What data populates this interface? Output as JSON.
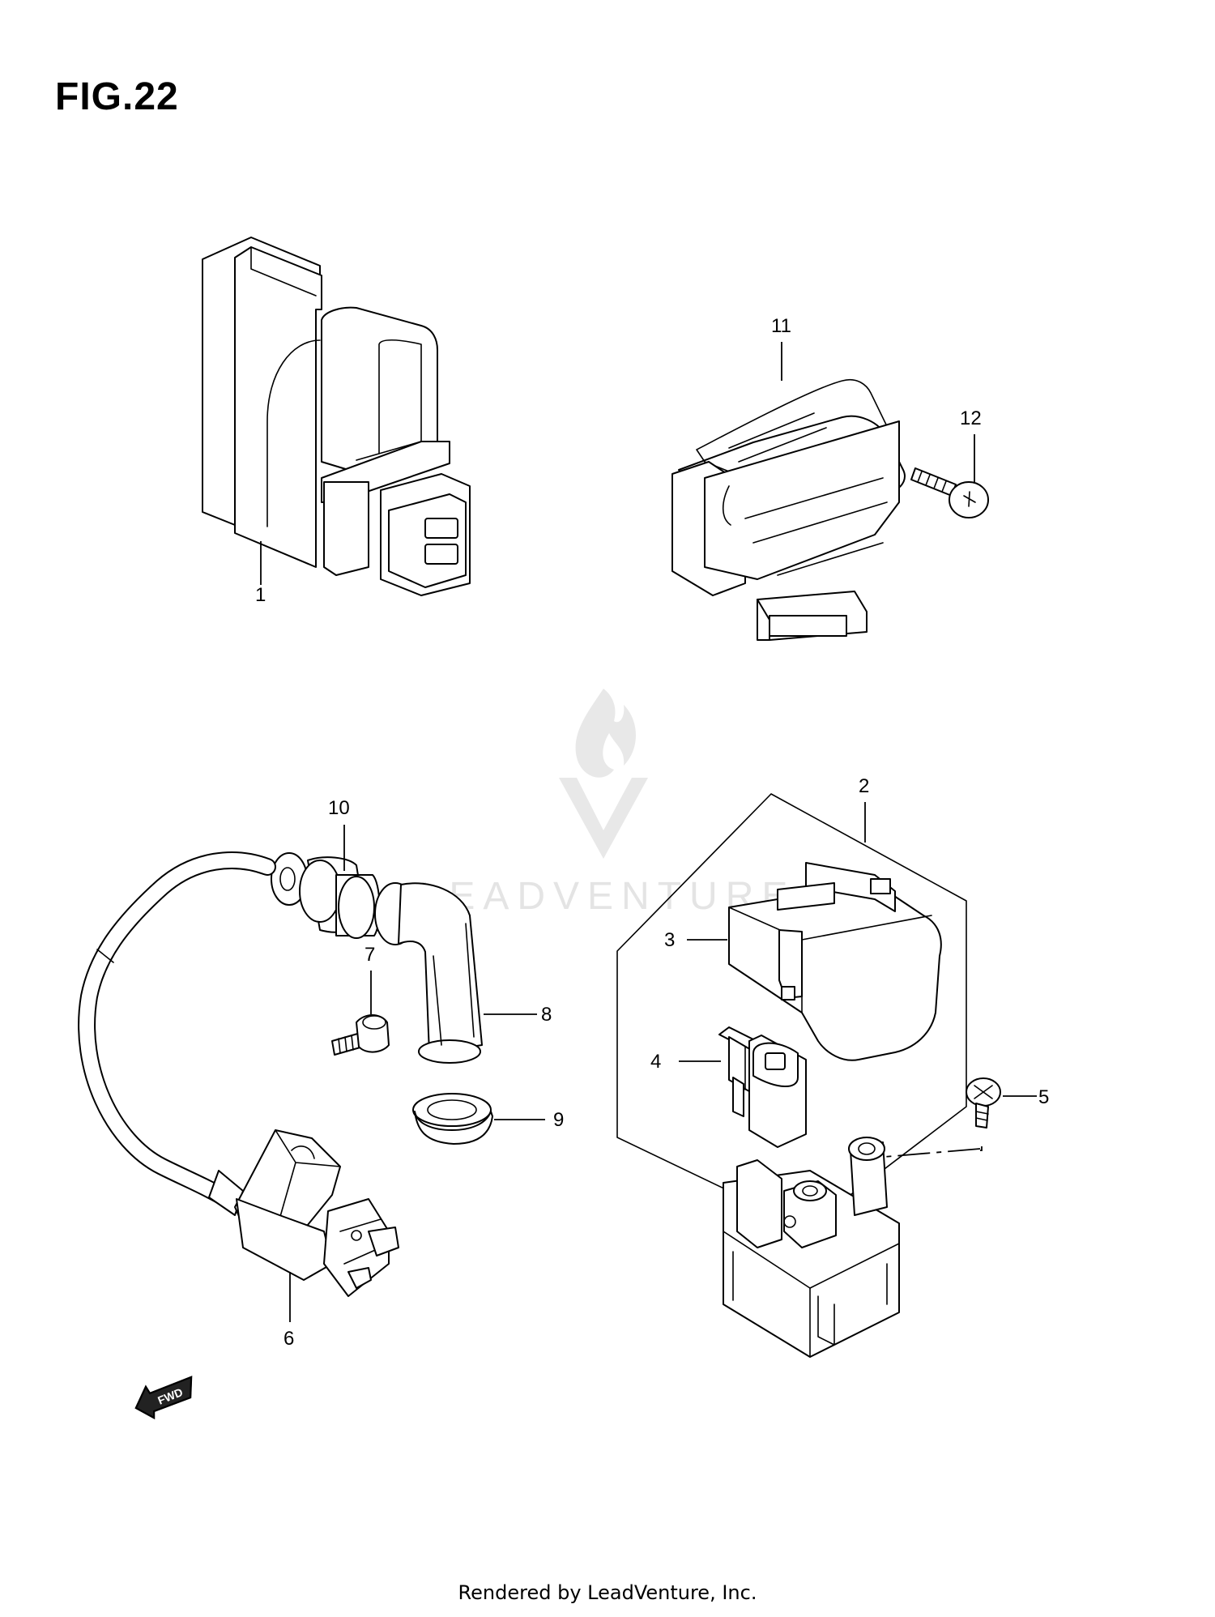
{
  "figure": {
    "title": "FIG.22"
  },
  "watermark": {
    "text": "LEADVENTURE"
  },
  "direction_arrow": {
    "text": "FWD"
  },
  "callouts": [
    "1",
    "2",
    "3",
    "4",
    "5",
    "6",
    "7",
    "8",
    "9",
    "10",
    "11",
    "12"
  ],
  "footer": {
    "credit": "Rendered by LeadVenture, Inc."
  }
}
